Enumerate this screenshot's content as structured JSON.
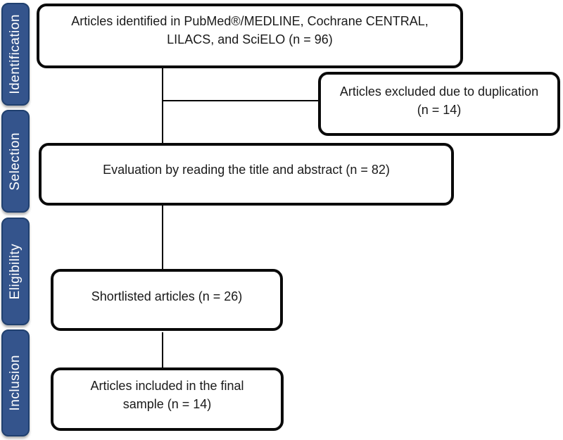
{
  "stages": [
    {
      "name": "identification",
      "label": "Identification"
    },
    {
      "name": "selection",
      "label": "Selection"
    },
    {
      "name": "eligibility",
      "label": "Eligibility"
    },
    {
      "name": "inclusion",
      "label": "Inclusion"
    }
  ],
  "boxes": {
    "identified": {
      "text": "Articles identified in PubMed®/MEDLINE, Cochrane CENTRAL,\nLILACS, and SciELO (n = 96)",
      "n": 96
    },
    "excluded": {
      "text": "Articles excluded due to duplication\n(n = 14)",
      "n": 14
    },
    "evaluation": {
      "text": "Evaluation by reading the title and abstract (n = 82)",
      "n": 82
    },
    "shortlisted": {
      "text": "Shortlisted articles (n = 26)",
      "n": 26
    },
    "final": {
      "text": "Articles included in the final\nsample (n = 14)",
      "n": 14
    }
  },
  "colors": {
    "stage_fill": "#34548C",
    "stage_border": "#20406F",
    "stage_text": "#FFFFFF",
    "box_fill": "#FFFFFF",
    "box_border": "#0A0A0A",
    "box_text": "#1A1A1A",
    "connector": "#000000",
    "background": "#FFFFFF"
  }
}
